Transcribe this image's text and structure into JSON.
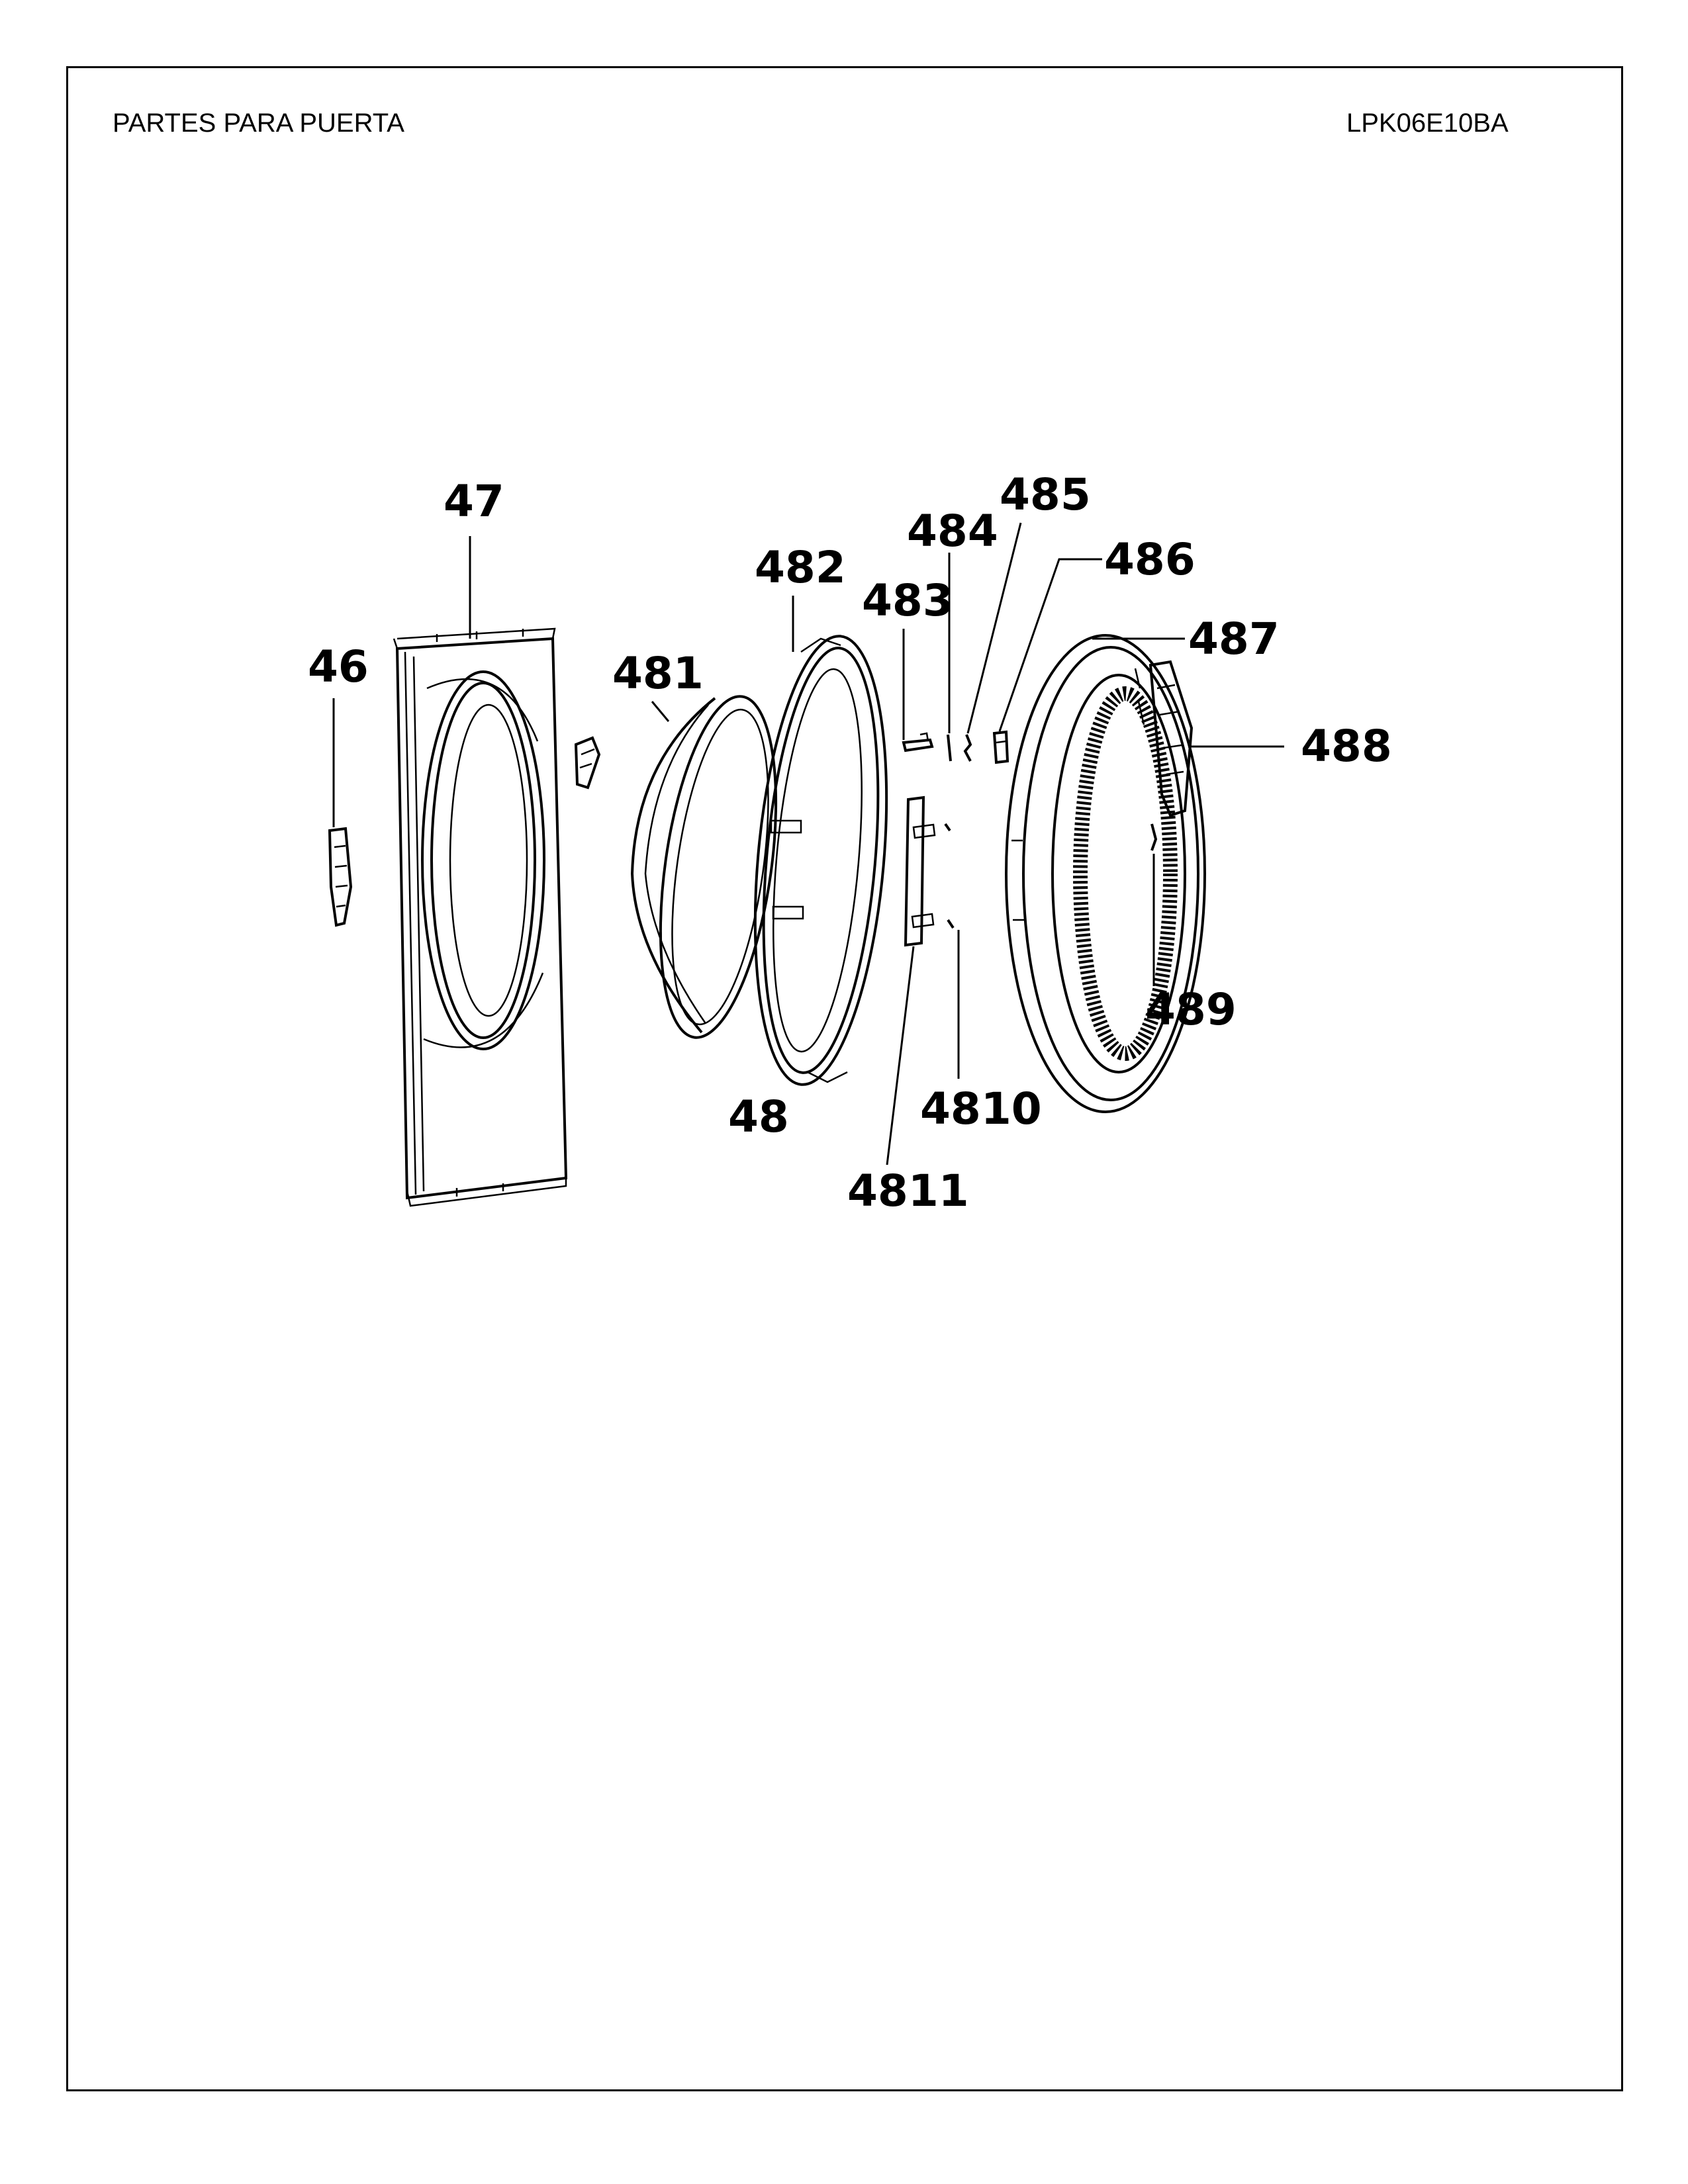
{
  "header": {
    "title": "PARTES PARA PUERTA",
    "model": "LPK06E10BA"
  },
  "callouts": {
    "c46": "46",
    "c47": "47",
    "c48": "48",
    "c481": "481",
    "c482": "482",
    "c483": "483",
    "c484": "484",
    "c485": "485",
    "c486": "486",
    "c487": "487",
    "c488": "488",
    "c489": "489",
    "c4810": "4810",
    "c4811": "4811"
  }
}
